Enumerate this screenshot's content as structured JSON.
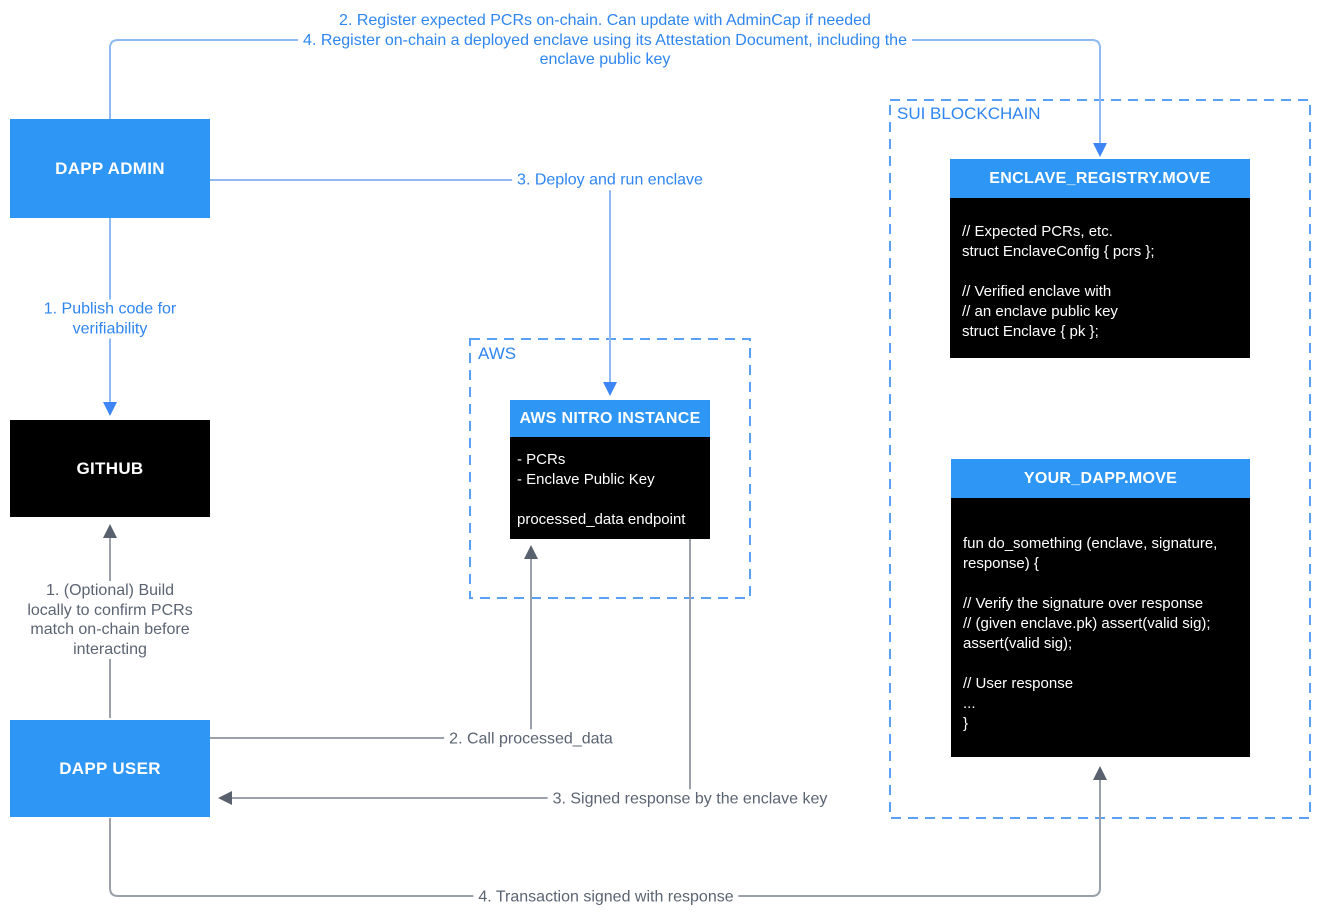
{
  "colors": {
    "box_blue": "#2e96f5",
    "label_blue": "#2f86f0",
    "connector_blue": "#8fbbf2",
    "arrowhead_blue": "#3e86f5",
    "connector_gray": "#9aa1ab",
    "arrowhead_gray": "#5a616e",
    "text_gray": "#5b6472",
    "dashed_border_blue": "#5aa0f6",
    "code_box_black": "#000000"
  },
  "groups": {
    "aws": {
      "label": "AWS"
    },
    "sui": {
      "label": "SUI BLOCKCHAIN"
    }
  },
  "nodes": {
    "dapp_admin": {
      "label": "DAPP ADMIN"
    },
    "github": {
      "label": "GITHUB"
    },
    "dapp_user": {
      "label": "DAPP USER"
    },
    "aws_nitro": {
      "title": "AWS NITRO INSTANCE",
      "lines": [
        "- PCRs",
        "- Enclave Public Key",
        "",
        "processed_data endpoint"
      ]
    },
    "enclave_registry": {
      "title": "ENCLAVE_REGISTRY.MOVE",
      "lines": [
        "// Expected PCRs, etc.",
        "struct EnclaveConfig { pcrs };",
        "",
        "// Verified enclave with",
        "// an enclave public key",
        "struct Enclave { pk };"
      ]
    },
    "your_dapp": {
      "title": "YOUR_DAPP.MOVE",
      "lines": [
        "fun do_something (enclave, signature,",
        "response) {",
        "",
        "// Verify the signature over response",
        "// (given enclave.pk) assert(valid sig);",
        "assert(valid sig);",
        "",
        "// User response",
        "...",
        "}"
      ]
    }
  },
  "edge_labels": {
    "register_pcrs": "2. Register expected PCRs on-chain. Can update with AdminCap if needed\n4. Register on-chain a deployed enclave using its Attestation Document, including the\nenclave public key",
    "publish_code": "1. Publish code for\nverifiability",
    "deploy_enclave": "3. Deploy and run enclave",
    "optional_build": "1. (Optional) Build\nlocally to confirm PCRs\nmatch on-chain before\ninteracting",
    "call_processed_data": "2. Call processed_data",
    "signed_response": "3. Signed response by the enclave key",
    "transaction_signed": "4. Transaction signed with response"
  }
}
